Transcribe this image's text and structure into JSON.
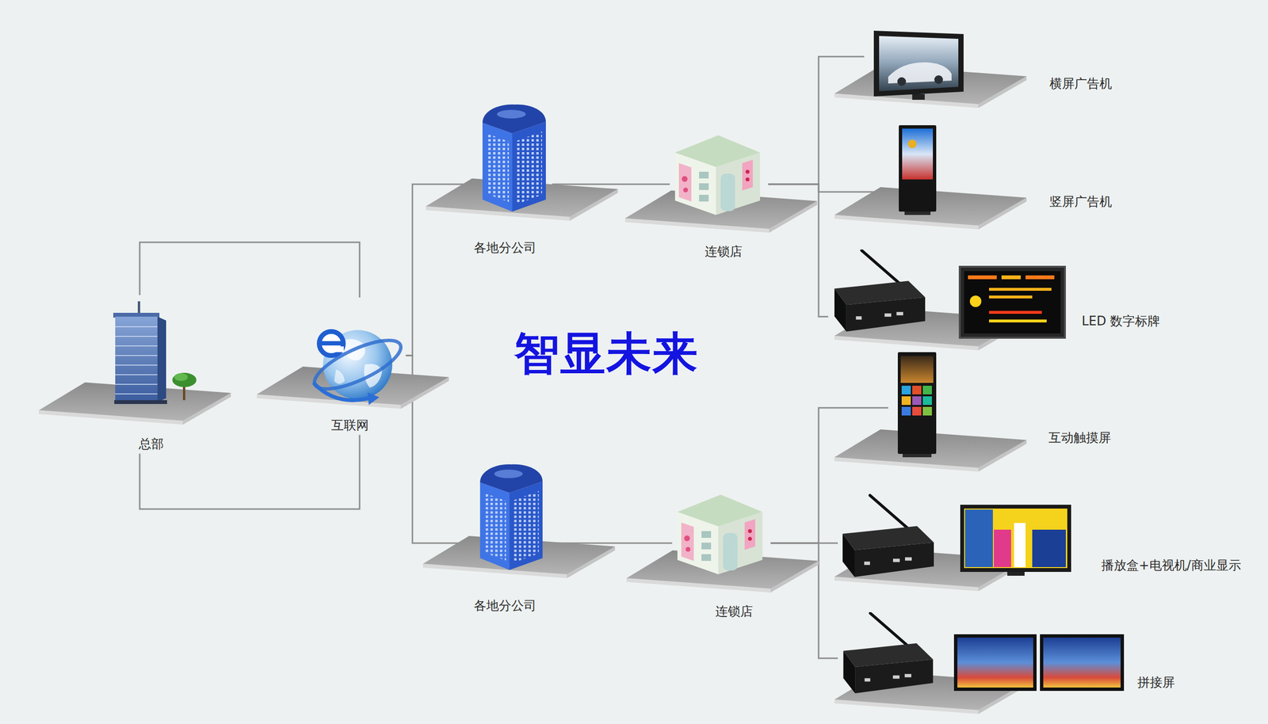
{
  "diagram": {
    "nodes": [
      {
        "text": [
          "总部"
        ]
      },
      {
        "text": [
          "互联网"
        ]
      },
      {
        "text": [
          "各地分公司"
        ]
      },
      {
        "text": [
          "连锁店"
        ]
      },
      {
        "text": [
          "横屏广告机"
        ]
      },
      {
        "text": [
          "竖屏广告机"
        ]
      },
      {
        "text": [
          "LED 数字标牌"
        ]
      },
      {
        "text": [
          "各地分公司"
        ]
      },
      {
        "text": [
          "连锁店"
        ]
      },
      {
        "text": [
          "互动触摸屏"
        ]
      },
      {
        "text": [
          "播放盒+电视机/商业显示"
        ]
      },
      {
        "text": [
          "拼接屏"
        ]
      }
    ],
    "edges": [
      {
        "from": 0,
        "to": 1,
        "arrow": "none"
      },
      {
        "from": 0,
        "to": 1,
        "arrow": "none"
      },
      {
        "from": 1,
        "to": 2,
        "arrow": "none"
      },
      {
        "from": 2,
        "to": 3,
        "arrow": "none"
      },
      {
        "from": 3,
        "to": 4,
        "arrow": "none"
      },
      {
        "from": 3,
        "to": 5,
        "arrow": "none"
      },
      {
        "from": 3,
        "to": 6,
        "arrow": "none"
      },
      {
        "from": 1,
        "to": 7,
        "arrow": "none"
      },
      {
        "from": 7,
        "to": 8,
        "arrow": "none"
      },
      {
        "from": 8,
        "to": 9,
        "arrow": "none"
      },
      {
        "from": 8,
        "to": 10,
        "arrow": "none"
      },
      {
        "from": 8,
        "to": 11,
        "arrow": "none"
      }
    ],
    "labels": [
      "智显未来"
    ]
  }
}
